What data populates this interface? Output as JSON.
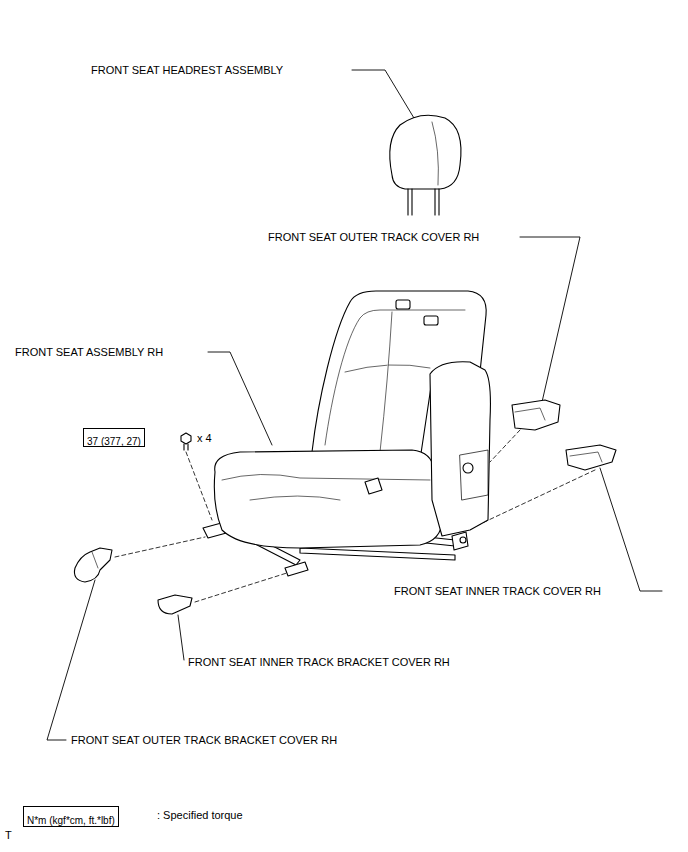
{
  "diagram": {
    "nodes": [
      {
        "text": [
          "37 (377, 27)"
        ]
      },
      {
        "text": [
          "N*m (kgf*cm, ft.*lbf)"
        ]
      }
    ],
    "labels": [
      "FRONT SEAT HEADREST ASSEMBLY",
      "FRONT SEAT OUTER TRACK COVER RH",
      "FRONT SEAT ASSEMBLY RH",
      "x 4",
      "FRONT SEAT INNER TRACK COVER RH",
      "FRONT SEAT INNER TRACK BRACKET COVER RH",
      "FRONT SEAT OUTER TRACK BRACKET COVER RH",
      ": Specified torque",
      "T"
    ]
  }
}
